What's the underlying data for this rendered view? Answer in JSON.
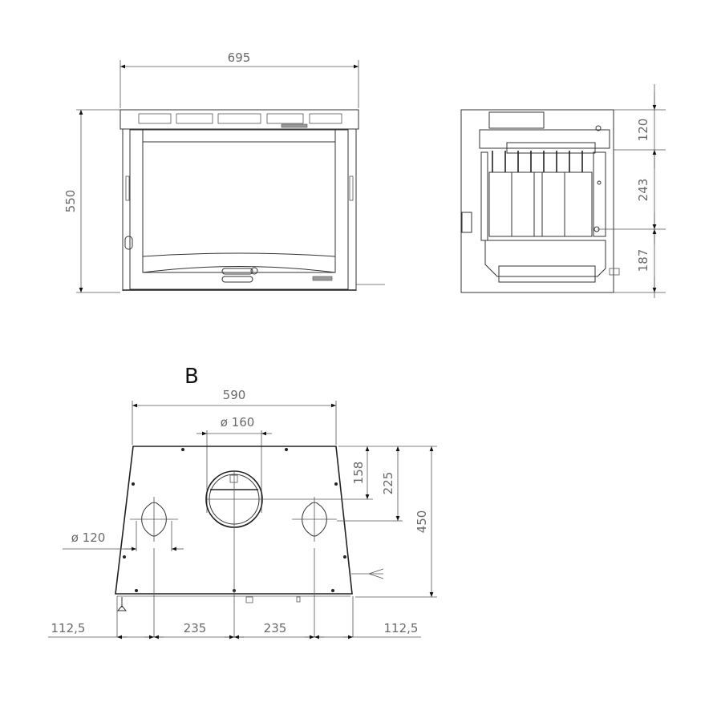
{
  "drawing": {
    "type": "technical-dimension-drawing",
    "units": "mm",
    "colors": {
      "line": "#333333",
      "dimension_text": "#6a6a6a",
      "label": "#111111",
      "background": "#ffffff"
    }
  },
  "front_view": {
    "width_label": "695",
    "height_label": "550"
  },
  "side_view": {
    "segments": [
      {
        "label": "120"
      },
      {
        "label": "243"
      },
      {
        "label": "187"
      }
    ]
  },
  "top_view": {
    "label": "B",
    "top_width_label": "590",
    "center_outlet_label": "ø 160",
    "side_outlet_label": "ø 120",
    "vertical_dims": [
      {
        "label": "158"
      },
      {
        "label": "225"
      },
      {
        "label": "450"
      }
    ],
    "bottom_dims": [
      {
        "label": "112,5"
      },
      {
        "label": "235"
      },
      {
        "label": "235"
      },
      {
        "label": "112,5"
      }
    ]
  }
}
